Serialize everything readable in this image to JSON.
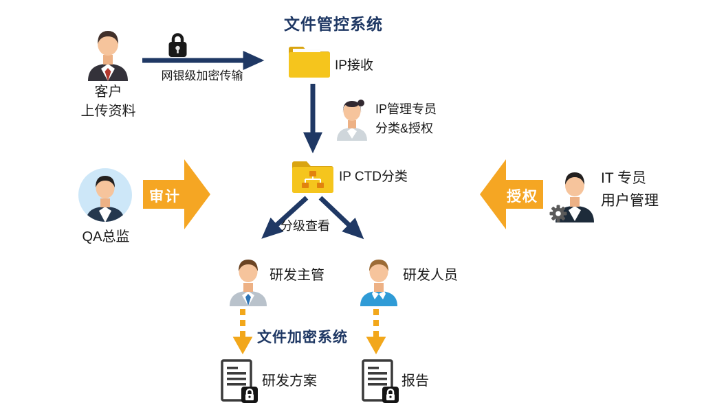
{
  "titles": {
    "file_control_system": "文件管控系统",
    "file_encryption_system": "文件加密系统"
  },
  "labels": {
    "customer_line1": "客户",
    "customer_line2": "上传资料",
    "encrypted_transfer": "网银级加密传输",
    "ip_receive": "IP接收",
    "ip_manager_line1": "IP管理专员",
    "ip_manager_line2": "分类&授权",
    "ip_ctd": "IP CTD分类",
    "qa_director": "QA总监",
    "audit": "审计",
    "authorize": "授权",
    "it_specialist_line1": "IT 专员",
    "it_specialist_line2": "用户管理",
    "tiered_view": "分级查看",
    "rd_supervisor": "研发主管",
    "rd_staff": "研发人员",
    "rd_plan": "研发方案",
    "report": "报告"
  },
  "icons": {
    "customer": "business-person-icon",
    "transfer_lock": "padlock-icon",
    "ip_receive_folder": "folder-icon",
    "ip_manager": "female-specialist-icon",
    "ip_ctd_folder": "folder-hierarchy-icon",
    "qa_director": "qa-avatar-circle-icon",
    "it_specialist": "it-person-gear-icon",
    "rd_supervisor": "male-supervisor-icon",
    "rd_staff": "male-staff-icon",
    "rd_plan_doc": "locked-document-icon",
    "report_doc": "locked-document-icon"
  },
  "colors": {
    "navy_arrow": "#1f3864",
    "title_navy": "#1f3864",
    "orange_block_arrow": "#f5a623",
    "dotted_orange": "#f2a71b",
    "folder_yellow": "#f5c51d",
    "text_black": "#1b1b1b",
    "qa_circle_bg": "#cde7f8"
  }
}
